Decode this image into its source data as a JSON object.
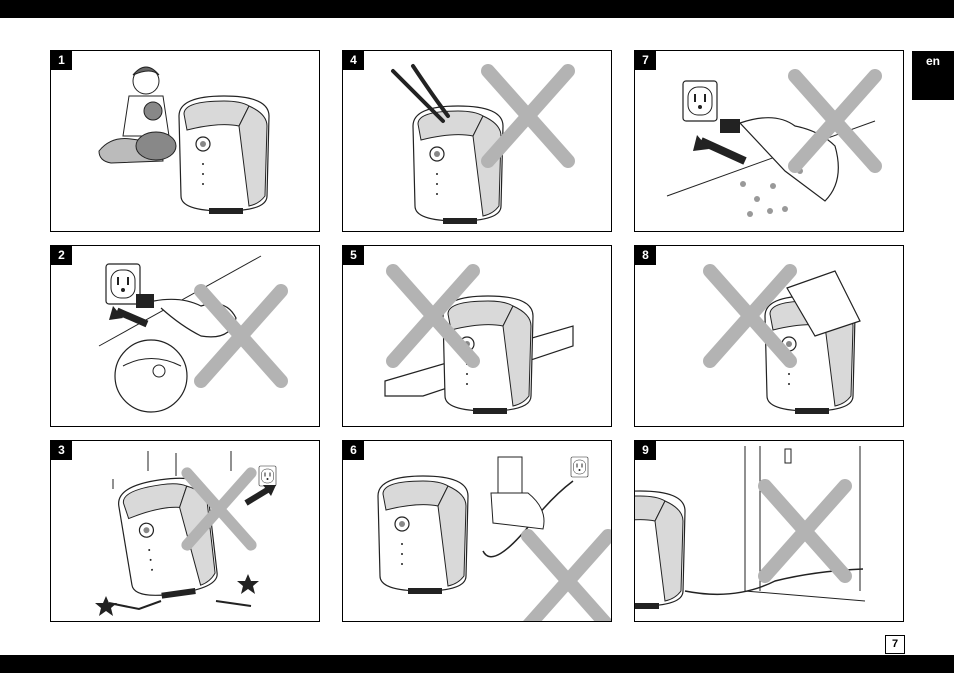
{
  "language_tab": "en",
  "page_number": "7",
  "panels": [
    {
      "number": "1"
    },
    {
      "number": "2"
    },
    {
      "number": "3"
    },
    {
      "number": "4"
    },
    {
      "number": "5"
    },
    {
      "number": "6"
    },
    {
      "number": "7"
    },
    {
      "number": "8"
    },
    {
      "number": "9"
    }
  ],
  "colors": {
    "bar": "#000000",
    "cross": "#b3b3b3",
    "device_top": "#d9d9d9",
    "line": "#222222"
  }
}
